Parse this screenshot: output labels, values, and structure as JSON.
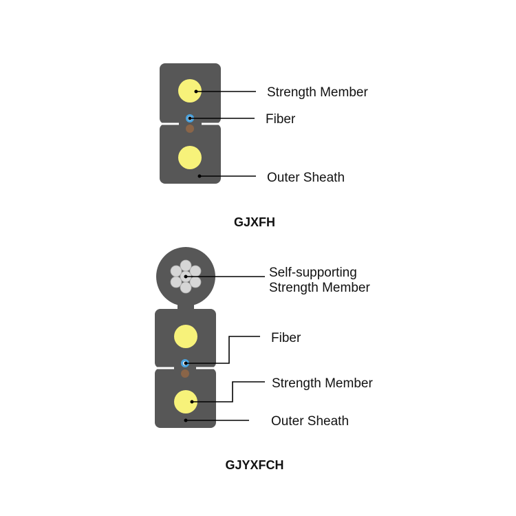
{
  "diagrams": [
    {
      "title": "GJXFH",
      "labels": {
        "strength_member": "Strength Member",
        "fiber": "Fiber",
        "outer_sheath": "Outer Sheath"
      }
    },
    {
      "title": "GJYXFCH",
      "labels": {
        "self_supporting_line1": "Self-supporting",
        "self_supporting_line2": "Strength Member",
        "fiber": "Fiber",
        "strength_member": "Strength Member",
        "outer_sheath": "Outer Sheath"
      }
    }
  ],
  "colors": {
    "sheath": "#575757",
    "strength_member": "#f7f27a",
    "fiber_ring": "#4aa3df",
    "fiber_core": "#ffffff",
    "brown_rip_cord": "#8a6548",
    "steel_strand": "#d6d6d6"
  }
}
